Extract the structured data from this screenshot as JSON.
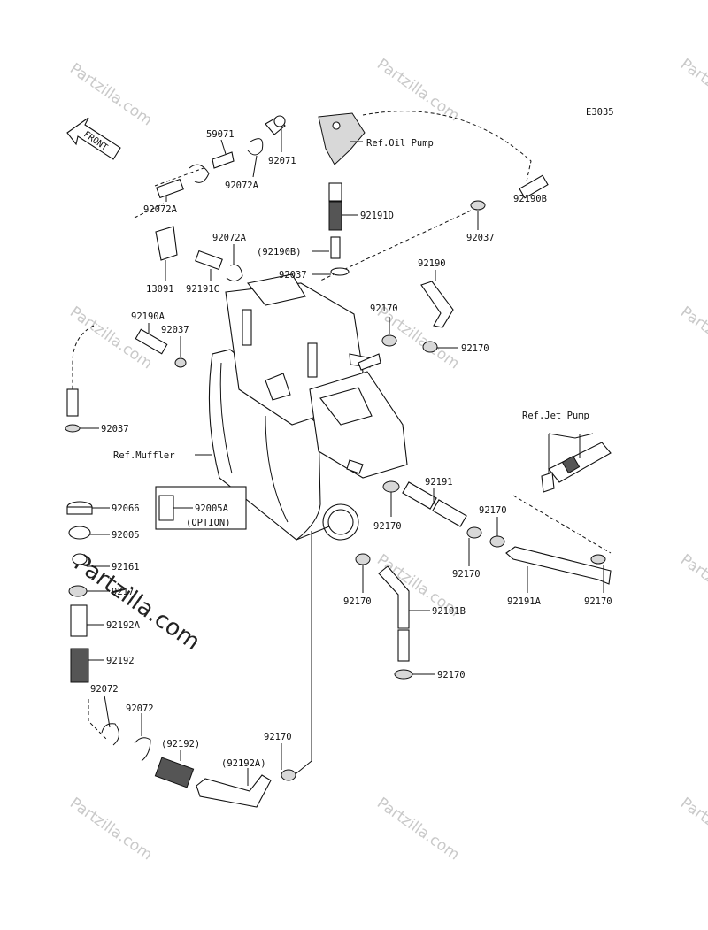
{
  "diagram_code": "E3035",
  "front_label": "FRONT",
  "watermark": "Partzilla.com",
  "callouts": {
    "p59071": "59071",
    "p92071": "92071",
    "p92072A_top": "92072A",
    "p92072A_left": "92072A",
    "p92072A_mid": "92072A",
    "p13091": "13091",
    "p92191C": "92191C",
    "ref_oil_pump": "Ref.Oil Pump",
    "p92191D": "92191D",
    "p92190B_paren": "(92190B)",
    "p92037_mid": "92037",
    "p92190B": "92190B",
    "p92037_right": "92037",
    "p92190A": "92190A",
    "p92037_left": "92037",
    "p92037_bottom": "92037",
    "p92190": "92190",
    "p92170_a": "92170",
    "p92170_b": "92170",
    "ref_muffler": "Ref.Muffler",
    "ref_jet_pump": "Ref.Jet Pump",
    "p92066": "92066",
    "p92005A": "92005A",
    "option": "(OPTION)",
    "p92005": "92005",
    "p92161": "92161",
    "p92173": "9217",
    "p92192A": "92192A",
    "p92192": "92192",
    "p92072_a": "92072",
    "p92072_b": "92072",
    "p92192_paren": "(92192)",
    "p92192A_paren": "(92192A)",
    "p92170_c": "92170",
    "p92191": "92191",
    "p92170_d": "92170",
    "p92170_e": "92170",
    "p92170_f": "92170",
    "p92191B": "92191B",
    "p92170_g": "92170",
    "p92191A": "92191A",
    "p92170_h": "92170",
    "p92170_i": "92170"
  }
}
